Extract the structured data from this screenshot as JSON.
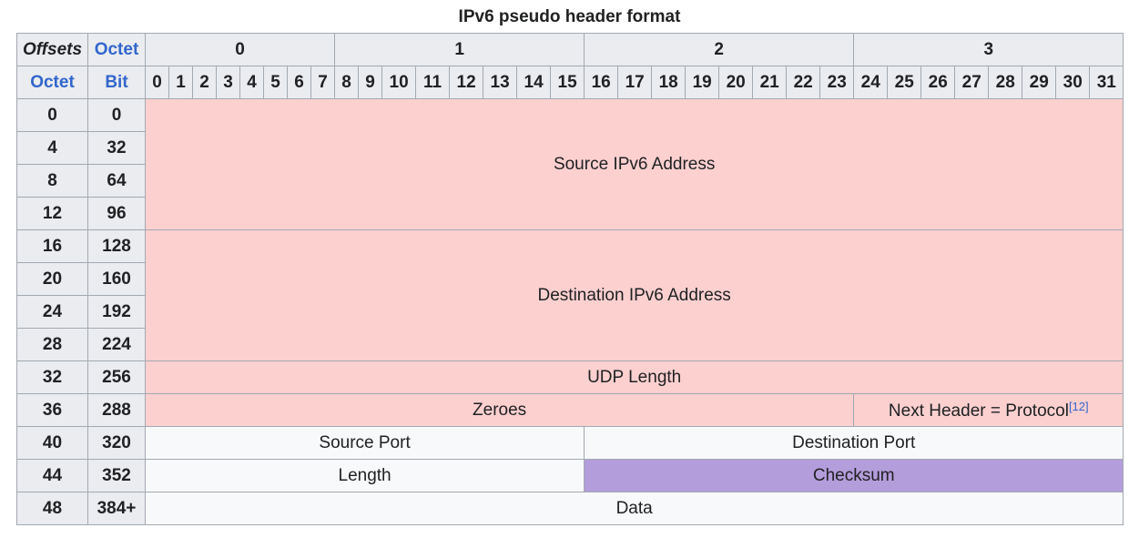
{
  "caption": "IPv6 pseudo header format",
  "header": {
    "offsets": "Offsets",
    "octet_label": "Octet",
    "octet_col": "Octet",
    "bit_col": "Bit",
    "octets": [
      "0",
      "1",
      "2",
      "3"
    ],
    "bits": [
      "0",
      "1",
      "2",
      "3",
      "4",
      "5",
      "6",
      "7",
      "8",
      "9",
      "10",
      "11",
      "12",
      "13",
      "14",
      "15",
      "16",
      "17",
      "18",
      "19",
      "20",
      "21",
      "22",
      "23",
      "24",
      "25",
      "26",
      "27",
      "28",
      "29",
      "30",
      "31"
    ]
  },
  "rows": [
    {
      "octet": "0",
      "bit": "0"
    },
    {
      "octet": "4",
      "bit": "32"
    },
    {
      "octet": "8",
      "bit": "64"
    },
    {
      "octet": "12",
      "bit": "96"
    },
    {
      "octet": "16",
      "bit": "128"
    },
    {
      "octet": "20",
      "bit": "160"
    },
    {
      "octet": "24",
      "bit": "192"
    },
    {
      "octet": "28",
      "bit": "224"
    },
    {
      "octet": "32",
      "bit": "256"
    },
    {
      "octet": "36",
      "bit": "288"
    },
    {
      "octet": "40",
      "bit": "320"
    },
    {
      "octet": "44",
      "bit": "352"
    },
    {
      "octet": "48",
      "bit": "384+"
    }
  ],
  "fields": {
    "source_ipv6": "Source IPv6 Address",
    "dest_ipv6": "Destination IPv6 Address",
    "udp_length": "UDP Length",
    "zeroes": "Zeroes",
    "next_header": "Next Header = Protocol",
    "next_header_ref": "[12]",
    "source_port": "Source Port",
    "dest_port": "Destination Port",
    "length": "Length",
    "checksum": "Checksum",
    "data": "Data"
  },
  "colors": {
    "pseudo_header": "#fdd0d0",
    "checksum": "#b39ddb",
    "link": "#3366cc"
  }
}
